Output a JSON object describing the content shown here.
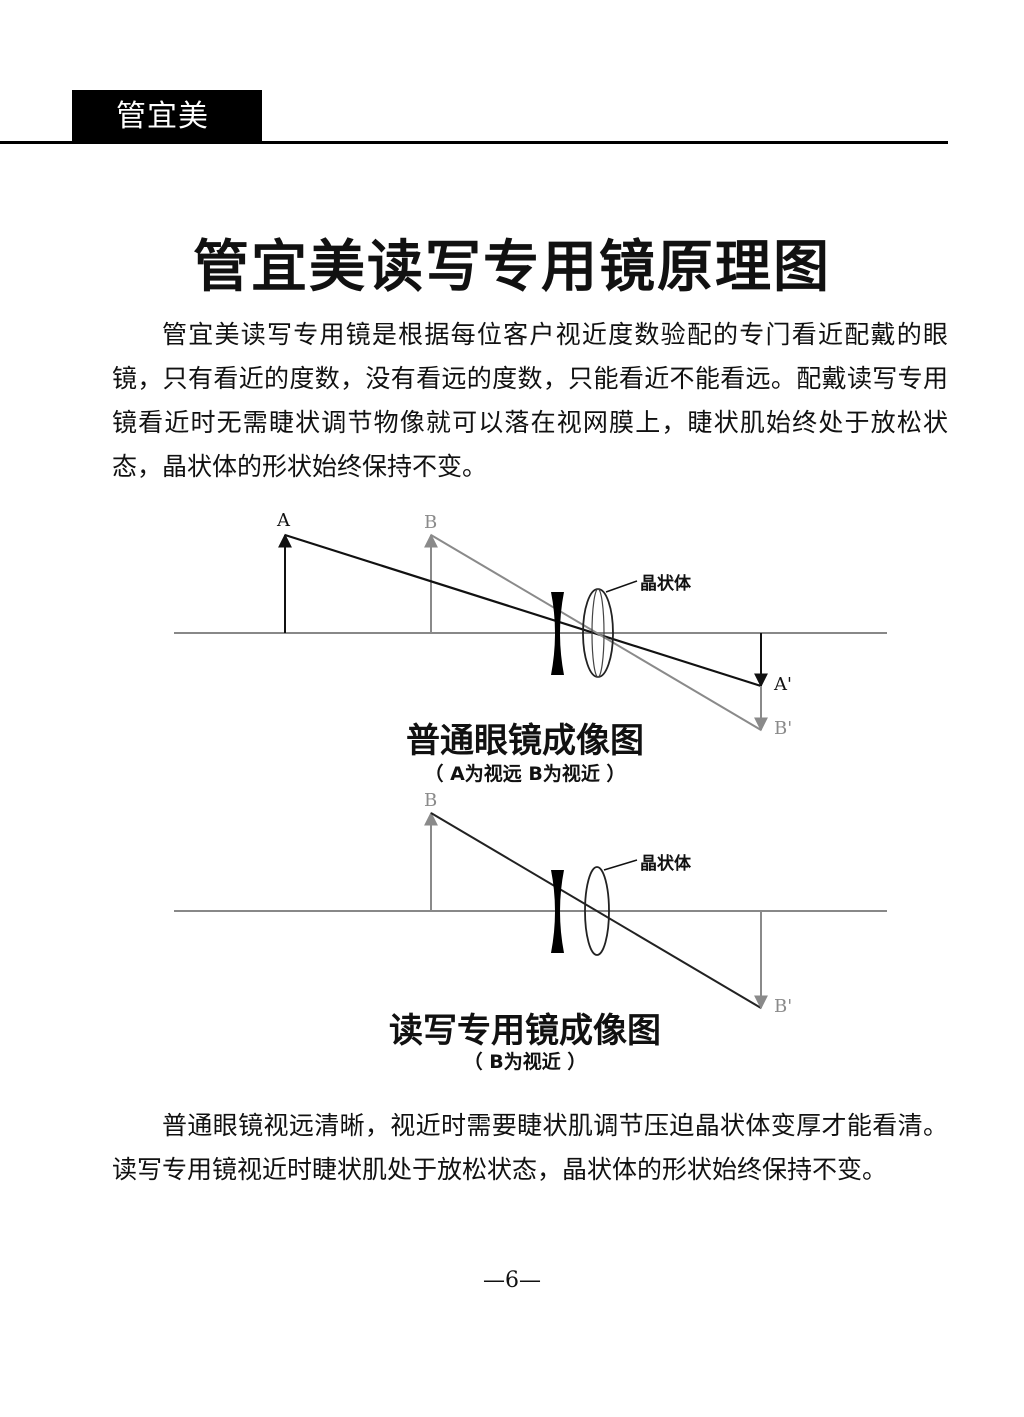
{
  "header": {
    "brand": "管宜美"
  },
  "title": "管宜美读写专用镜原理图",
  "intro_paragraph": "管宜美读写专用镜是根据每位客户视近度数验配的专门看近配戴的眼镜，只有看近的度数，没有看远的度数，只能看近不能看远。配戴读写专用镜看近时无需睫状调节物像就可以落在视网膜上，睫状肌始终处于放松状态，晶状体的形状始终保持不变。",
  "diagram1": {
    "label_a": "A",
    "label_b": "B",
    "label_a_prime": "A'",
    "label_b_prime": "B'",
    "lens_label": "晶状体",
    "caption": "普通眼镜成像图",
    "subcaption": "（ A为视远  B为视近 ）"
  },
  "diagram2": {
    "label_b": "B",
    "label_b_prime": "B'",
    "lens_label": "晶状体",
    "caption": "读写专用镜成像图",
    "subcaption": "（ B为视近 ）"
  },
  "closing_paragraph": "普通眼镜视远清晰，视近时需要睫状肌调节压迫晶状体变厚才能看清。读写专用镜视近时睫状肌处于放松状态，晶状体的形状始终保持不变。",
  "page_number": "—6—",
  "colors": {
    "ink": "#111111",
    "gray_ray": "#8a8a8a"
  }
}
